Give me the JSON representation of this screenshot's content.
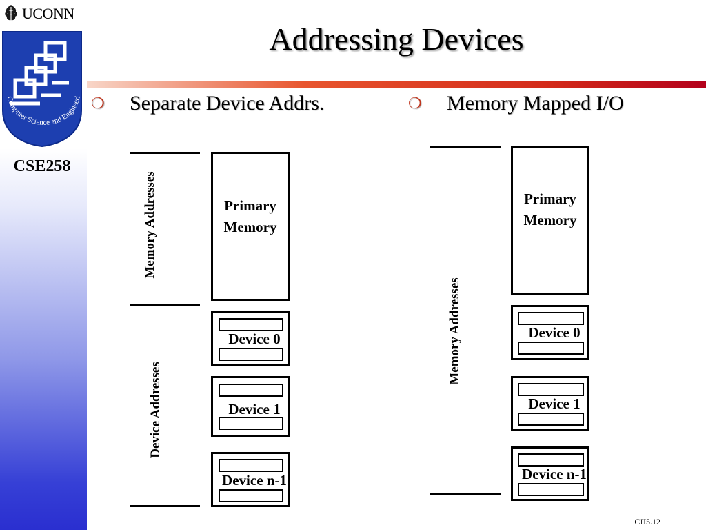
{
  "brand": {
    "university": "UCONN",
    "course": "CSE258",
    "dept_seal_text": "Computer Science and Engineering"
  },
  "slide": {
    "title": "Addressing Devices",
    "bullets": [
      "Separate Device Addrs.",
      "Memory Mapped I/O"
    ],
    "footer": "CH5.12"
  },
  "left_diagram": {
    "memory_label": "Memory Addresses",
    "device_label": "Device Addresses",
    "primary": "Primary Memory",
    "devices": [
      "Device 0",
      "Device 1",
      "Device n-1"
    ]
  },
  "right_diagram": {
    "memory_label": "Memory Addresses",
    "primary": "Primary Memory",
    "devices": [
      "Device 0",
      "Device 1",
      "Device n-1"
    ]
  },
  "colors": {
    "accent_red": "#c0341c",
    "sidebar_blue": "#2a2fd0",
    "logo_blue": "#1d3fb0"
  },
  "icons": [
    "oak-leaf-icon",
    "stacked-computers-icon",
    "bullet-circle-icon"
  ]
}
